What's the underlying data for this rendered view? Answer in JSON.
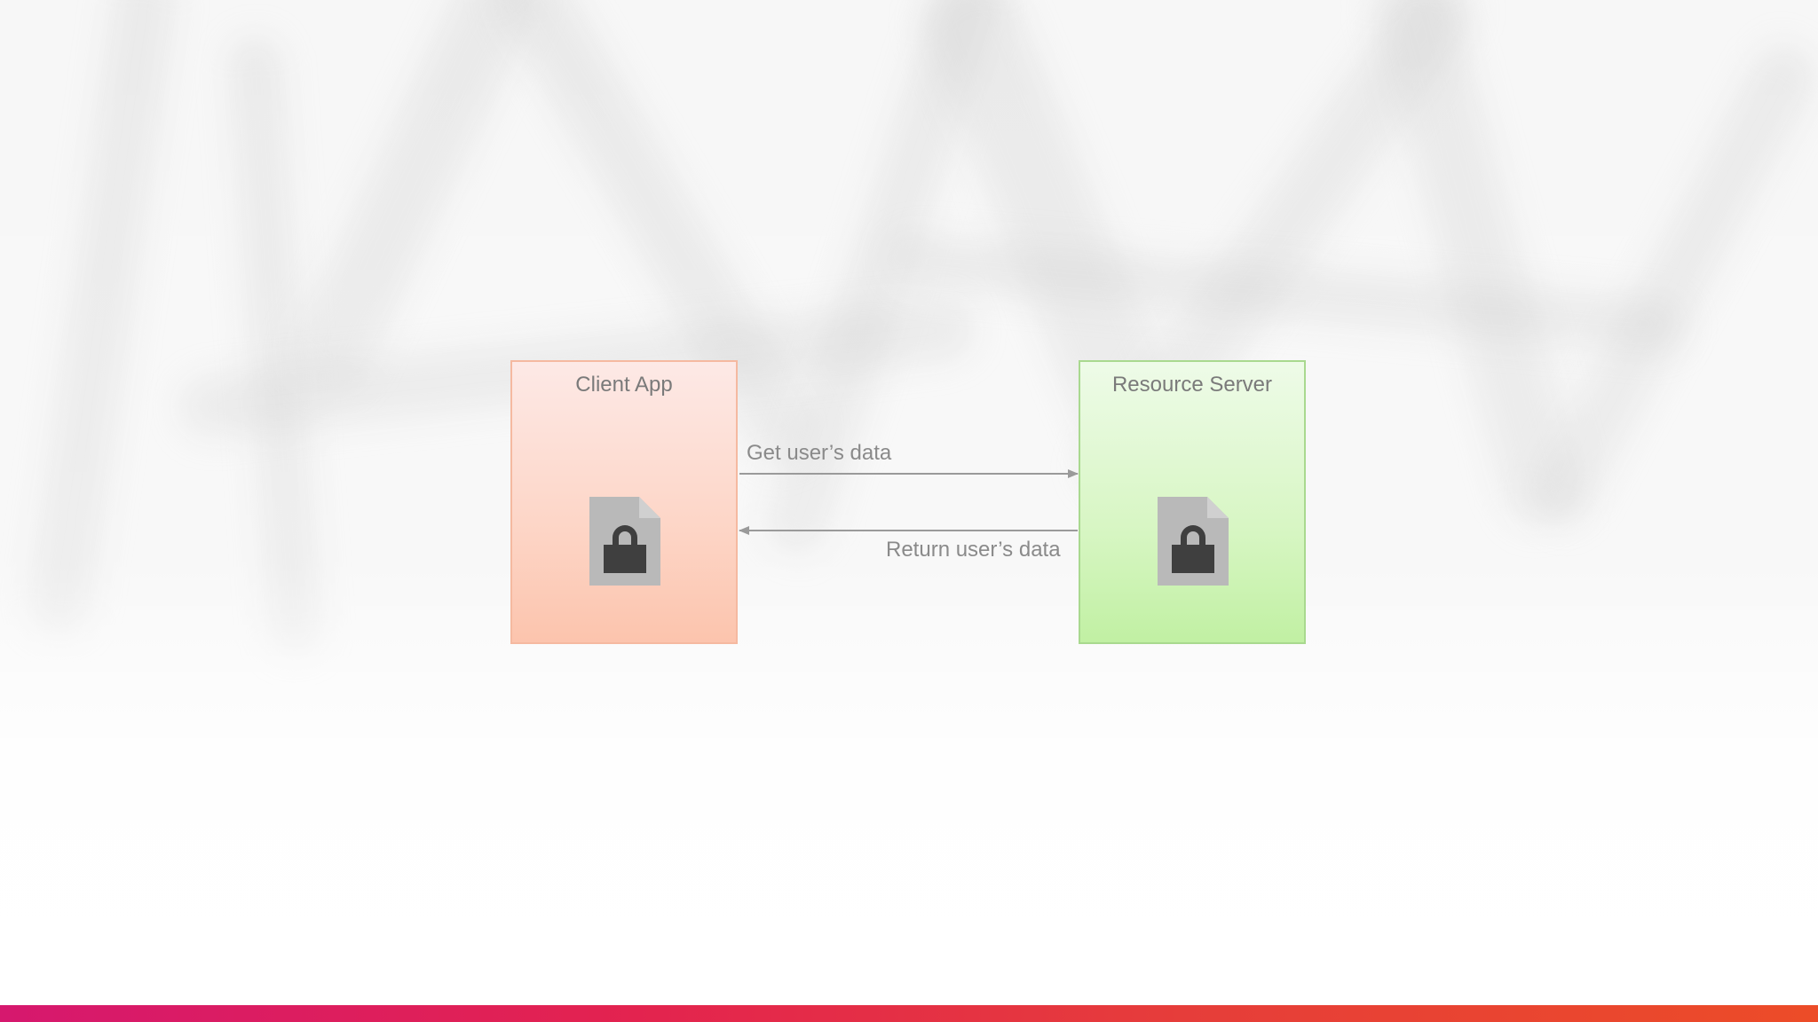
{
  "diagram": {
    "client_box": {
      "label": "Client App",
      "icon": "lock-document-icon"
    },
    "server_box": {
      "label": "Resource Server",
      "icon": "lock-document-icon"
    },
    "request": {
      "label": "Get user’s data",
      "direction": "client-to-server"
    },
    "response": {
      "label": "Return user’s data",
      "direction": "server-to-client"
    }
  },
  "colors": {
    "client_fill": "#fdd5c6",
    "client_border": "#f5b9a0",
    "server_fill": "#d7f6c3",
    "server_border": "#a9d98f",
    "arrow": "#9a9a9a",
    "bottom_bar_start": "#d6186e",
    "bottom_bar_end": "#ec4c28"
  }
}
